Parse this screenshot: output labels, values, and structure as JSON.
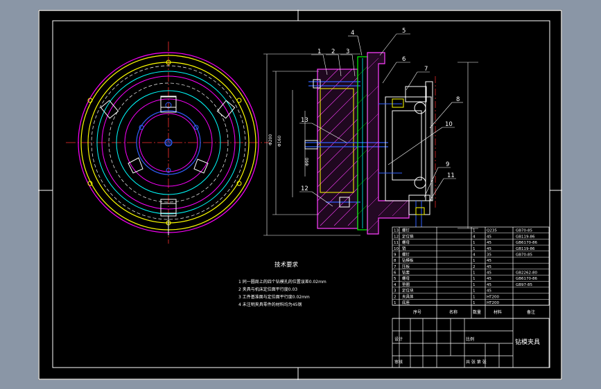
{
  "colors": {
    "background": "#8a96a6",
    "sheet": "#000000",
    "border": "#ffffff",
    "yellow": "#ffff00",
    "magenta": "#ff00ff",
    "cyan": "#00ffff",
    "green": "#00ff00",
    "blue": "#3060ff",
    "red": "#ff2020",
    "hatch": "#ff40ff"
  },
  "callouts": [
    "1",
    "2",
    "3",
    "4",
    "5",
    "6",
    "7",
    "8",
    "9",
    "10",
    "11",
    "12",
    "13"
  ],
  "tech_requirements": {
    "title": "技术要求",
    "items": [
      "1 同一圆周上的四个钻模孔的位置误差0.02mm",
      "2 夹具与机床定位面平行度0.03",
      "3 工件基准面与定位面平行度0.02mm",
      "4 未注明夹具零件的材料均为45钢"
    ]
  },
  "title_block": {
    "drawing_name": "钻模夹具",
    "header_labels": [
      "序号",
      "名称",
      "数量",
      "材料",
      "备注"
    ],
    "rows": [
      [
        "13",
        "螺钉",
        "1",
        "Q235",
        "GB70-85"
      ],
      [
        "12",
        "定位销",
        "4",
        "45",
        "GB119-86"
      ],
      [
        "11",
        "螺母",
        "1",
        "45",
        "GB6170-86"
      ],
      [
        "10",
        "销",
        "1",
        "45",
        "GB119-86"
      ],
      [
        "9",
        "螺钉",
        "4",
        "35",
        "GB70-85"
      ],
      [
        "8",
        "钻模板",
        "1",
        "45",
        ""
      ],
      [
        "7",
        "压板",
        "2",
        "45",
        ""
      ],
      [
        "6",
        "钻套",
        "1",
        "45",
        "GB2262-80"
      ],
      [
        "5",
        "螺母",
        "1",
        "45",
        "GB6170-86"
      ],
      [
        "4",
        "垫圈",
        "1",
        "45",
        "GB97-85"
      ],
      [
        "3",
        "定位块",
        "1",
        "45",
        ""
      ],
      [
        "2",
        "夹具体",
        "1",
        "HT200",
        ""
      ],
      [
        "1",
        "底座",
        "1",
        "HT200",
        ""
      ]
    ],
    "designer_label": "设计",
    "check_label": "审核",
    "scale_label": "比例",
    "sheet_label": "共 张 第 张"
  },
  "dimensions": [
    "Φ200",
    "Φ160",
    "Φ90"
  ]
}
